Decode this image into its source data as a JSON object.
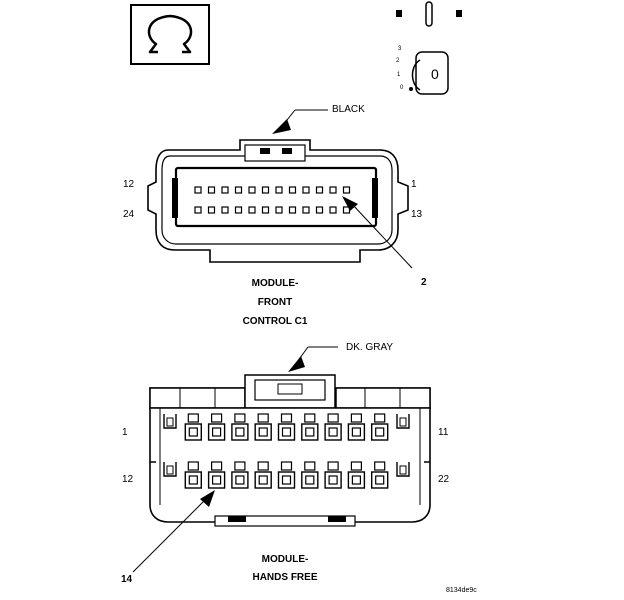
{
  "connector_c1": {
    "color_label": "BLACK",
    "title_lines": [
      "MODULE-",
      "FRONT",
      "CONTROL C1"
    ],
    "pin_labels": {
      "top_left": "12",
      "bottom_left": "24",
      "top_right": "1",
      "bottom_right": "13",
      "callout": "2"
    }
  },
  "connector_hf": {
    "color_label": "DK. GRAY",
    "title_lines": [
      "MODULE-",
      "HANDS FREE"
    ],
    "pin_labels": {
      "top_left": "1",
      "bottom_left": "12",
      "top_right": "11",
      "bottom_right": "22",
      "callout": "14"
    }
  },
  "figure_id": "8134de9c",
  "meter_dial": {
    "scale": [
      "3",
      "2",
      "1",
      "0"
    ],
    "value": "0"
  },
  "icons": {
    "ohm": "ohm-icon",
    "meter": "meter-dial-icon"
  }
}
